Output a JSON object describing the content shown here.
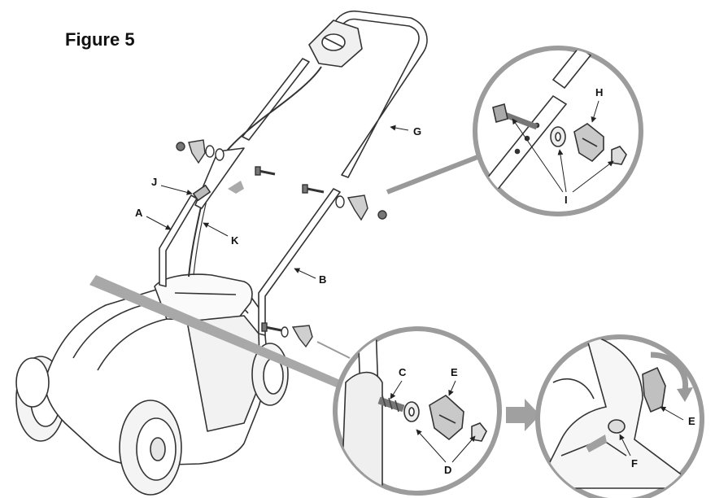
{
  "figure": {
    "title": "Figure 5"
  },
  "labels": {
    "A": "A",
    "B": "B",
    "C": "C",
    "D": "D",
    "E": "E",
    "E2": "E",
    "F": "F",
    "G": "G",
    "H": "H",
    "I": "I",
    "J": "J",
    "K": "K"
  },
  "colors": {
    "line": "#333333",
    "fill": "#ffffff",
    "shade": "#9a9a9a",
    "light": "#d4d4d4",
    "arrow": "#a8a8a8"
  }
}
